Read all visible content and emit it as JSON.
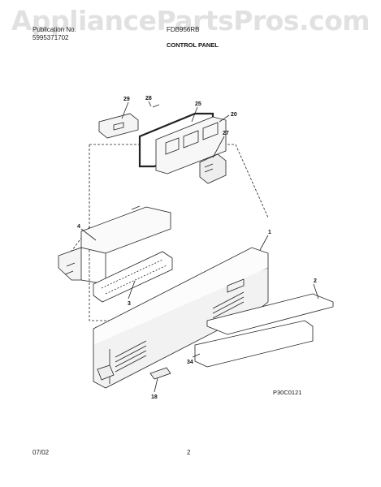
{
  "watermark": "AppliancePartsPros.com",
  "header": {
    "publication_label": "Publication No.",
    "publication_no": "5995371702",
    "model": "FDB956RB",
    "section_title": "CONTROL PANEL"
  },
  "diagram": {
    "figure_code": "P30C0121",
    "callouts": [
      "29",
      "28",
      "25",
      "20",
      "27",
      "4",
      "1",
      "3",
      "2",
      "34",
      "18"
    ]
  },
  "footer": {
    "date": "07/02",
    "page_number": "2"
  }
}
